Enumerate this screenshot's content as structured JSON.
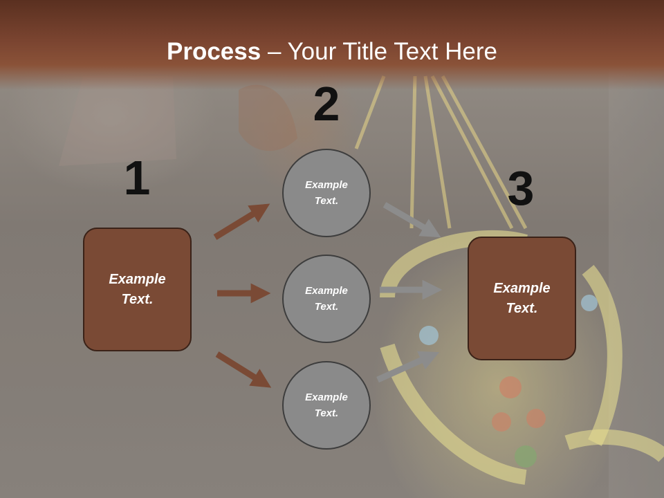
{
  "title": {
    "bold": "Process",
    "rest": " – Your Title Text Here"
  },
  "steps": [
    {
      "number": "1",
      "box_text": "Example Text."
    },
    {
      "number": "2",
      "circles": [
        "Example Text.",
        "Example Text.",
        "Example Text."
      ]
    },
    {
      "number": "3",
      "box_text": "Example Text."
    }
  ],
  "colors": {
    "title_bar": "#7a4430",
    "box_fill": "#7a4a35",
    "circle_fill": "#8a8a8a",
    "arrow_brown": "#7a4a35",
    "arrow_gray": "#8c8c8c"
  }
}
